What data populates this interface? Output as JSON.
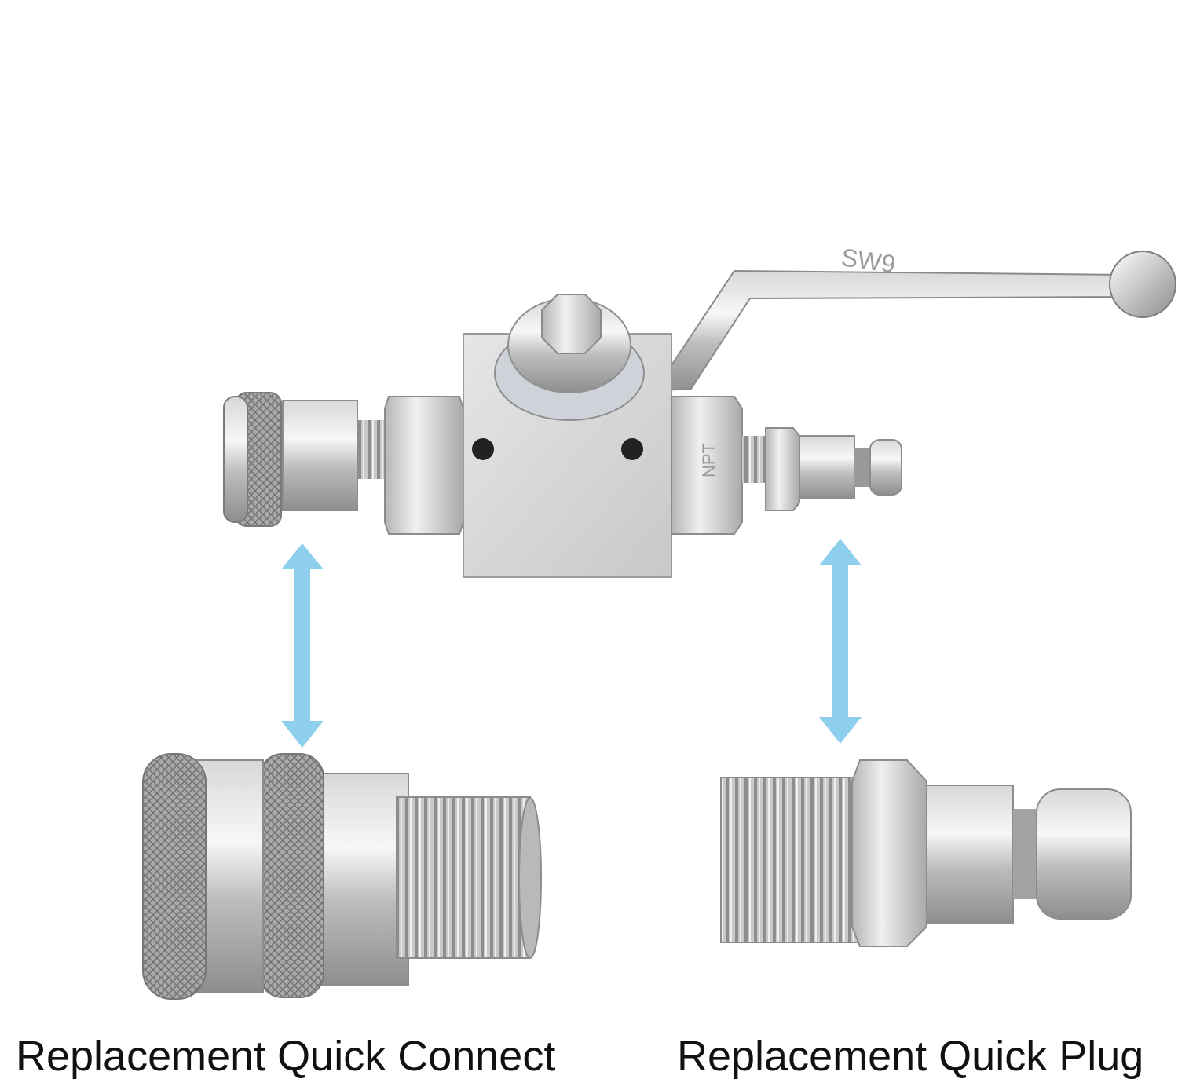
{
  "image": {
    "captions": {
      "left": "Replacement Quick Connect",
      "right": "Replacement Quick Plug"
    },
    "markings": {
      "handle": "SW9",
      "fitting": "NPT"
    }
  },
  "colors": {
    "background": "#ffffff",
    "arrow": "#8ecfee",
    "metal_light": "#eeeeee",
    "metal_mid": "#c4c4c4",
    "metal_dark": "#8a8a8a",
    "caption_text": "#111111"
  }
}
